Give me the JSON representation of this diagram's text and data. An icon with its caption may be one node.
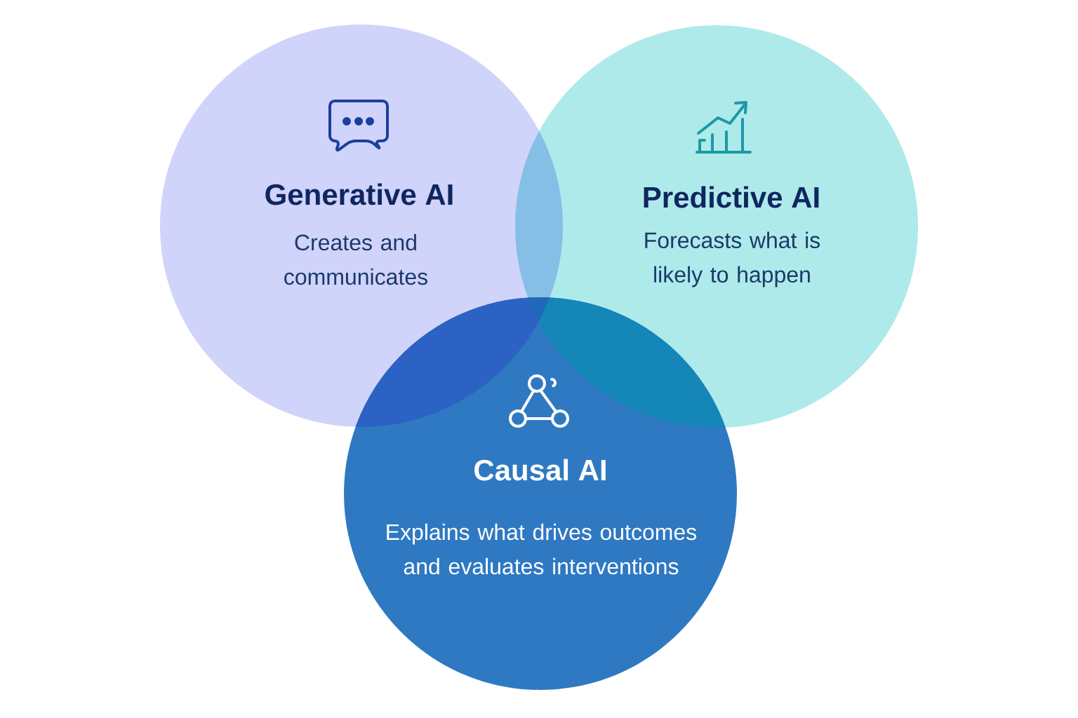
{
  "diagram": {
    "nodes": [
      {
        "text": [
          "Generative AI",
          "Creates and communicates"
        ]
      },
      {
        "text": [
          "Predictive AI",
          "Forecasts what is likely to happen"
        ]
      },
      {
        "text": [
          "Causal AI",
          "Explains what drives outcomes and evaluates interventions"
        ]
      }
    ]
  }
}
